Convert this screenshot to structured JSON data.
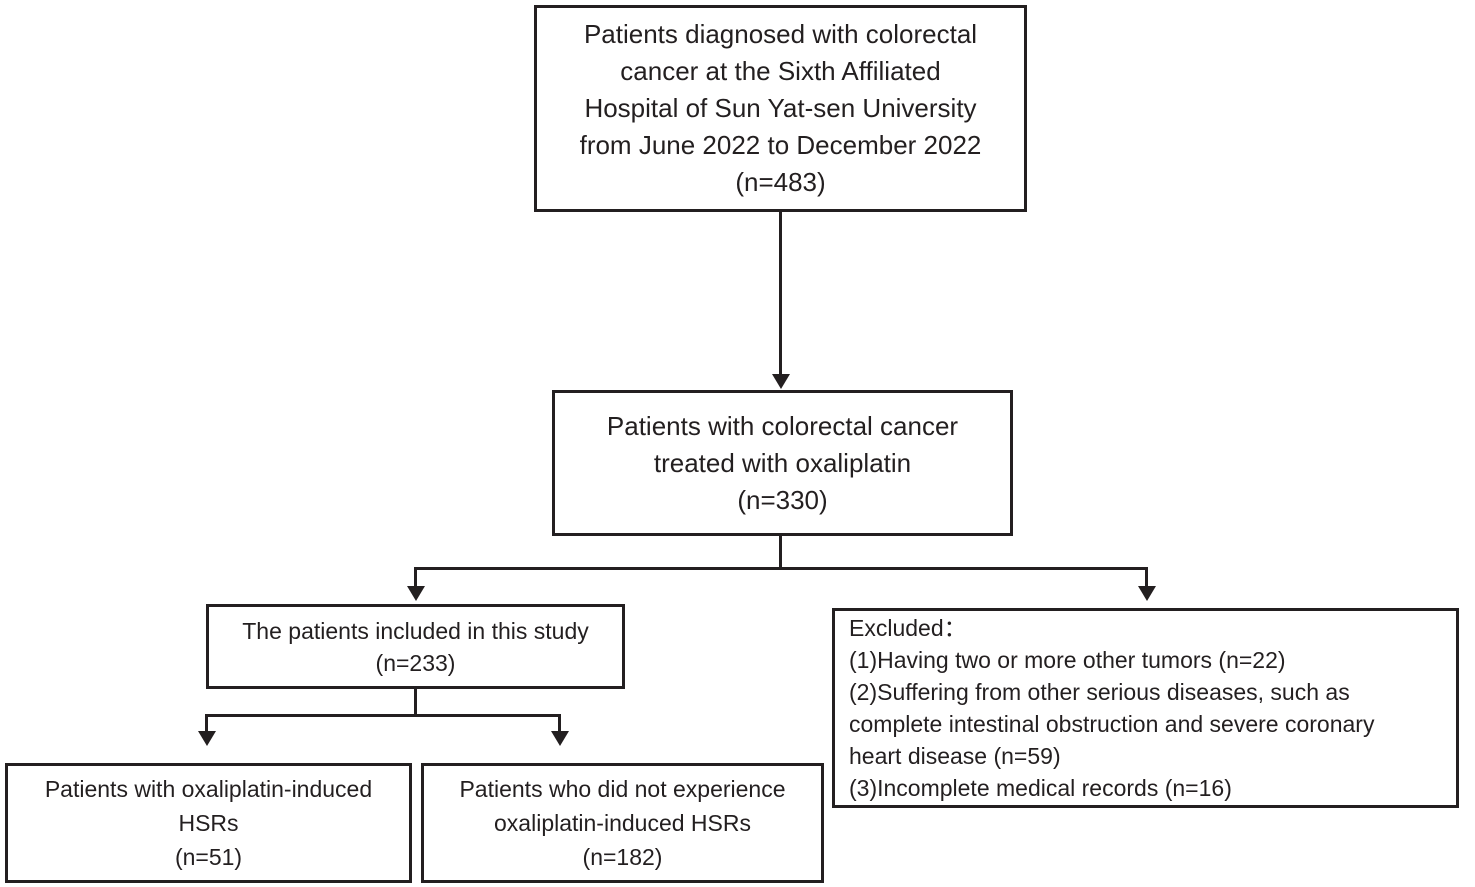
{
  "diagram": {
    "title": "Study patient selection flowchart",
    "type": "flowchart",
    "style": {
      "stroke_color": "#231f20",
      "fill_color": "#ffffff",
      "text_color": "#231f20"
    },
    "nodes": {
      "source": {
        "id": "source-cohort",
        "lines": [
          "Patients diagnosed with colorectal",
          "cancer at the Sixth Affiliated",
          "Hospital of Sun Yat-sen University",
          "from June 2022 to December 2022",
          "(n=483)"
        ],
        "n": 483
      },
      "treated": {
        "id": "oxaliplatin-treated",
        "lines": [
          "Patients with colorectal cancer",
          "treated with oxaliplatin",
          "(n=330)"
        ],
        "n": 330
      },
      "included": {
        "id": "included-in-study",
        "lines": [
          "The patients included in this study",
          "(n=233)"
        ],
        "n": 233
      },
      "excluded": {
        "id": "excluded-patients",
        "lines": [
          "Excluded：",
          "(1)Having two or more other tumors (n=22)",
          "(2)Suffering from other serious diseases, such as",
          "complete intestinal obstruction and severe coronary",
          "heart disease (n=59)",
          "(3)Incomplete medical records (n=16)"
        ],
        "reasons": [
          {
            "label": "(1)Having two or more other tumors",
            "n": 22
          },
          {
            "label": "(2)Suffering from other serious diseases, such as complete intestinal obstruction and severe coronary heart disease",
            "n": 59
          },
          {
            "label": "(3)Incomplete medical records",
            "n": 16
          }
        ]
      },
      "hsr_yes": {
        "id": "hsr-positive",
        "lines": [
          "Patients with oxaliplatin-induced",
          "HSRs",
          "(n=51)"
        ],
        "n": 51
      },
      "hsr_no": {
        "id": "hsr-negative",
        "lines": [
          "Patients who did not experience",
          "oxaliplatin-induced HSRs",
          "(n=182)"
        ],
        "n": 182
      }
    },
    "edges": [
      {
        "from": "source",
        "to": "treated",
        "kind": "straight-arrow"
      },
      {
        "from": "treated",
        "to": "included",
        "kind": "split-arrow"
      },
      {
        "from": "treated",
        "to": "excluded",
        "kind": "split-arrow"
      },
      {
        "from": "included",
        "to": "hsr_yes",
        "kind": "split-arrow"
      },
      {
        "from": "included",
        "to": "hsr_no",
        "kind": "split-arrow"
      }
    ]
  }
}
